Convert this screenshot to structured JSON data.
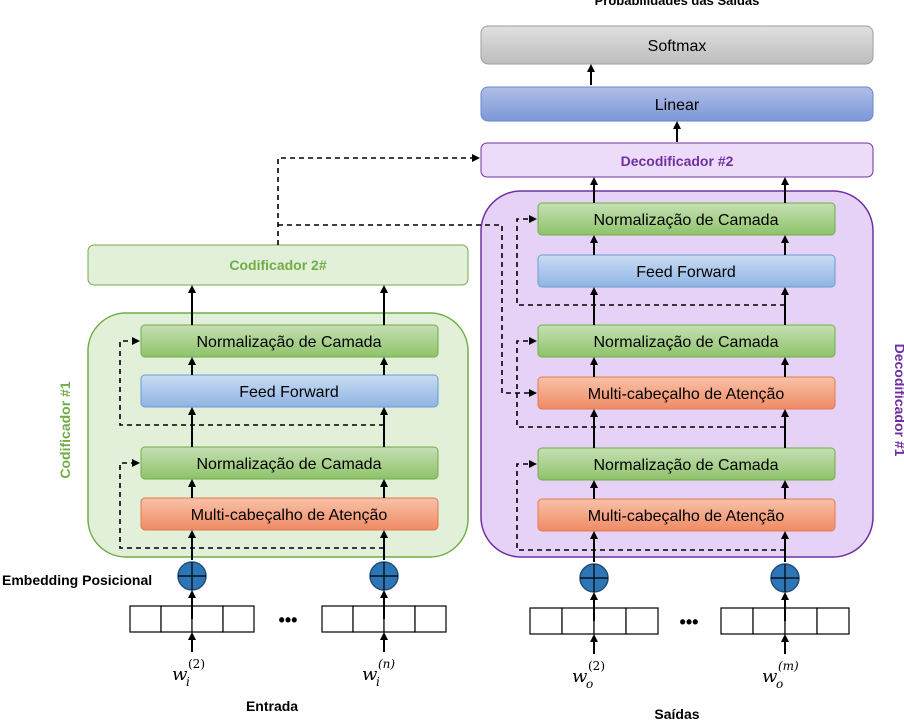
{
  "top_title": "Probabilidades das Saídas",
  "softmax": "Softmax",
  "linear": "Linear",
  "decoder2": "Decodificador #2",
  "encoder2": "Codificador 2#",
  "encoder1_label": "Codificador #1",
  "decoder1_label": "Decodificador #1",
  "layer_norm": "Normalização de Camada",
  "feed_forward": "Feed Forward",
  "mha": "Multi-cabeçalho de Atenção",
  "pos_embedding": "Embedding Posicional",
  "ellipsis": "•••",
  "input_label": "Entrada",
  "output_label": "Saídas",
  "inputs": {
    "first": {
      "base": "w",
      "sub": "i",
      "sup": "(2)"
    },
    "last": {
      "base": "w",
      "sub": "i",
      "sup": "(n)"
    }
  },
  "outputs": {
    "first": {
      "base": "w",
      "sub": "o",
      "sup": "(2)"
    },
    "last": {
      "base": "w",
      "sub": "o",
      "sup": "(m)"
    }
  },
  "colors": {
    "green_block": "#a9d18e",
    "green_border": "#70ad47",
    "blue_block": "#a6c4ea",
    "orange_block": "#f4a582",
    "purple_bg": "#e6d2f7",
    "purple_border": "#7030a0",
    "green_bg": "#e2efd9",
    "softmax": "#c9c9c9",
    "linear": "#8faadc",
    "plus": "#2e75b6"
  }
}
